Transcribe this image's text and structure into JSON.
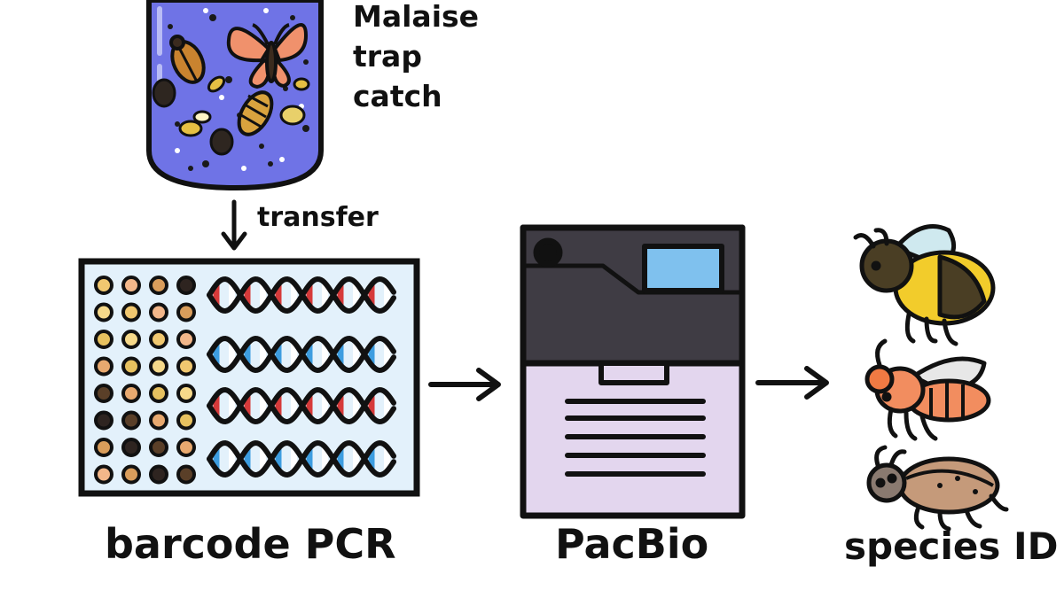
{
  "labels": {
    "trap": [
      "Malaise",
      "trap",
      "catch"
    ],
    "transfer": "transfer",
    "pcr": "barcode PCR",
    "sequencer": "PacBio",
    "species": "species ID"
  },
  "colors": {
    "outline": "#111111",
    "jar_fill": "#6f73e6",
    "plate_fill": "#e3f1fb",
    "dna_red": "#d63a3a",
    "dna_blue": "#3d9de0",
    "machine_top": "#3f3c44",
    "machine_bottom": "#e3d6ee",
    "screen": "#7fc1ee"
  },
  "icons": [
    "jar-icon",
    "butterfly-icon",
    "well-plate-icon",
    "dna-helix-icon",
    "sequencer-icon",
    "bee-icon",
    "fly-icon",
    "beetle-icon",
    "arrow-right-icon",
    "arrow-down-icon"
  ]
}
